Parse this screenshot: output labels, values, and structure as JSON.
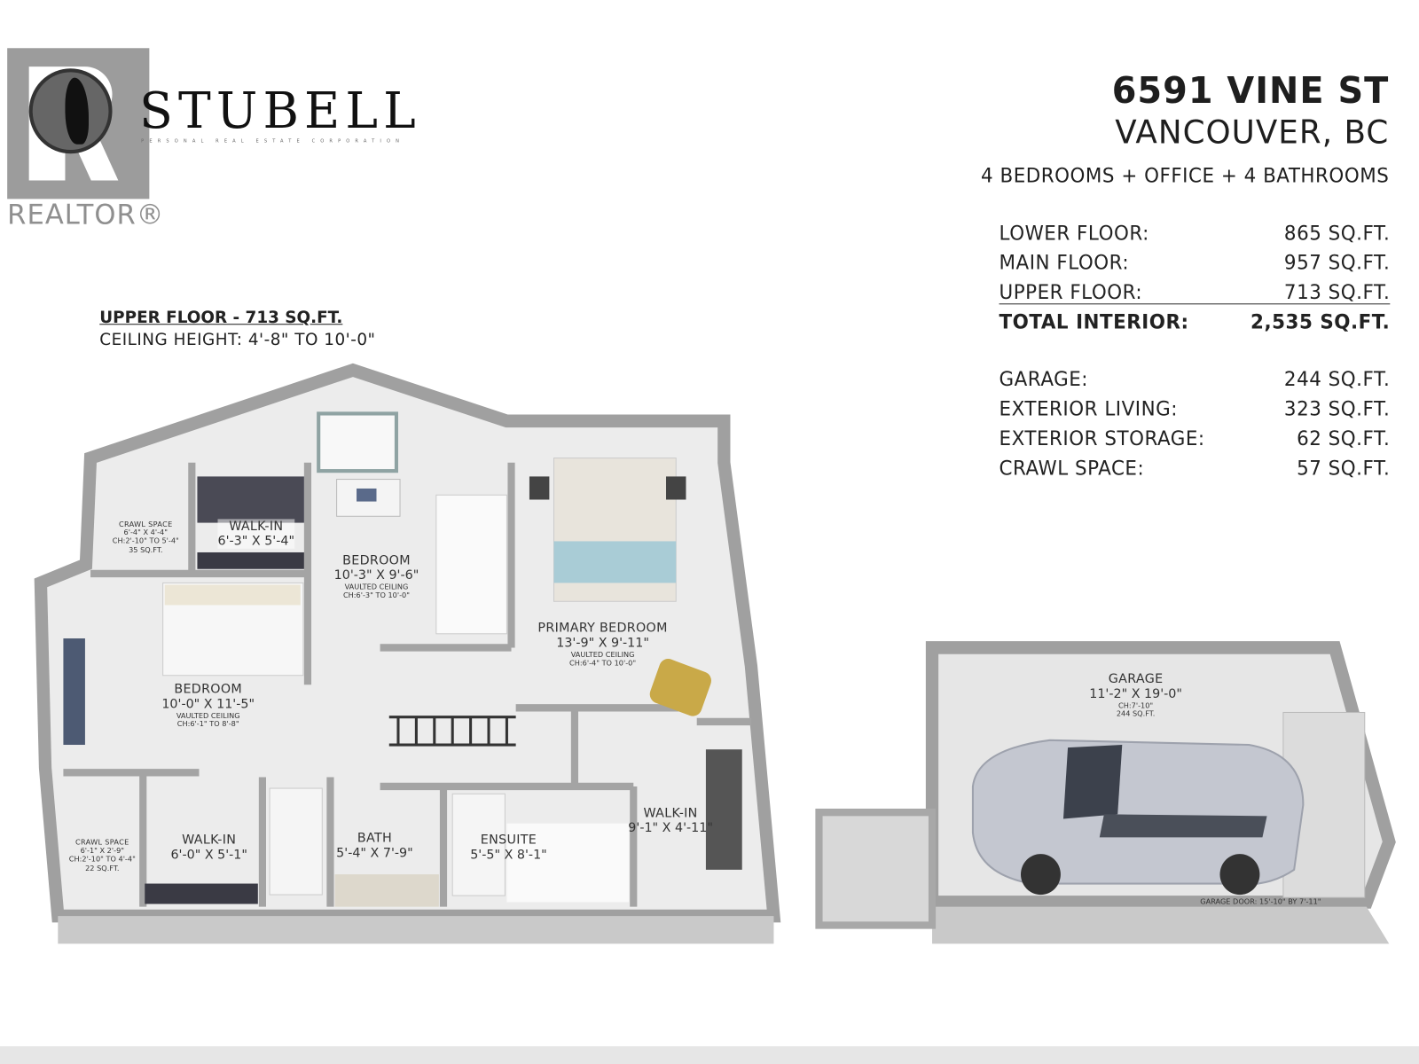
{
  "logo": {
    "brand": "STUBELL",
    "tagline": "PERSONAL REAL ESTATE CORPORATION",
    "realtor": "REALTOR®"
  },
  "property": {
    "address": "6591 VINE ST",
    "city": "VANCOUVER, BC",
    "summary": "4 BEDROOMS + OFFICE + 4 BATHROOMS"
  },
  "areas": {
    "interior": [
      {
        "label": "LOWER FLOOR:",
        "value": "865 SQ.FT."
      },
      {
        "label": "MAIN FLOOR:",
        "value": "957 SQ.FT."
      },
      {
        "label": "UPPER FLOOR:",
        "value": "713 SQ.FT."
      }
    ],
    "total": {
      "label": "TOTAL INTERIOR:",
      "value": "2,535 SQ.FT."
    },
    "other": [
      {
        "label": "GARAGE:",
        "value": "244 SQ.FT."
      },
      {
        "label": "EXTERIOR LIVING:",
        "value": "323 SQ.FT."
      },
      {
        "label": "EXTERIOR STORAGE:",
        "value": "62 SQ.FT."
      },
      {
        "label": "CRAWL SPACE:",
        "value": "57 SQ.FT."
      }
    ]
  },
  "floor": {
    "title": "UPPER FLOOR - 713 SQ.FT.",
    "ceiling": "CEILING HEIGHT: 4'-8\" TO 10'-0\""
  },
  "rooms": {
    "crawl1": {
      "name": "CRAWL SPACE",
      "dims": "6'-4\" X 4'-4\"",
      "ch": "CH:2'-10\" TO 5'-4\"",
      "area": "35 SQ.FT."
    },
    "walkin1": {
      "name": "WALK-IN",
      "dims": "6'-3\" X 5'-4\""
    },
    "bedroom1": {
      "name": "BEDROOM",
      "dims": "10'-3\" X 9'-6\"",
      "note": "VAULTED CEILING",
      "ch": "CH:6'-3\" TO 10'-0\""
    },
    "primary": {
      "name": "PRIMARY BEDROOM",
      "dims": "13'-9\" X 9'-11\"",
      "note": "VAULTED CEILING",
      "ch": "CH:6'-4\" TO 10'-0\""
    },
    "bedroom2": {
      "name": "BEDROOM",
      "dims": "10'-0\" X 11'-5\"",
      "note": "VAULTED CEILING",
      "ch": "CH:6'-1\" TO 8'-8\""
    },
    "crawl2": {
      "name": "CRAWL SPACE",
      "dims": "6'-1\" X 2'-9\"",
      "ch": "CH:2'-10\" TO 4'-4\"",
      "area": "22 SQ.FT."
    },
    "walkin2": {
      "name": "WALK-IN",
      "dims": "6'-0\" X 5'-1\""
    },
    "bath": {
      "name": "BATH",
      "dims": "5'-4\" X 7'-9\""
    },
    "ensuite": {
      "name": "ENSUITE",
      "dims": "5'-5\" X 8'-1\""
    },
    "walkin3": {
      "name": "WALK-IN",
      "dims": "9'-1\" X 4'-11\""
    },
    "garage": {
      "name": "GARAGE",
      "dims": "11'-2\" X 19'-0\"",
      "ch": "CH:7'-10\"",
      "area": "244 SQ.FT.",
      "door": "GARAGE DOOR: 15'-10\" BY 7'-11\""
    }
  },
  "colors": {
    "wall": "#9a9a9a",
    "floor": "#ececec",
    "bedding": "#a9ccd6",
    "chair": "#c9a948",
    "car": "#c4c7d0"
  }
}
